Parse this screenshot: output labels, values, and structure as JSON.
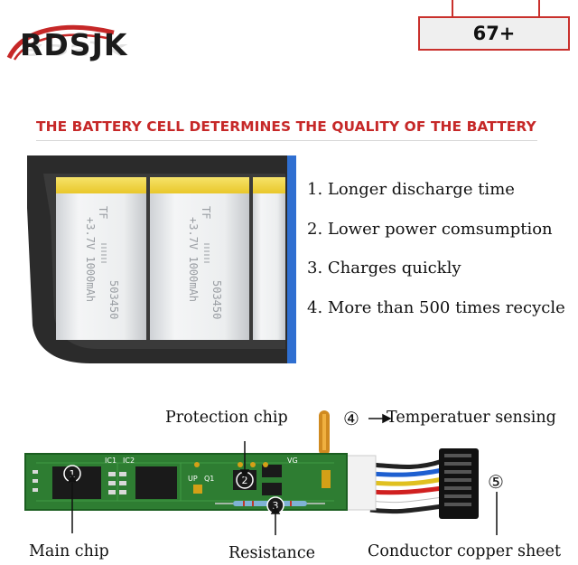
{
  "brand": {
    "logo_text": "RDSJK"
  },
  "model_badge": {
    "text": "67+"
  },
  "headline": "THE BATTERY CELL DETERMINES THE QUALITY OF THE BATTERY",
  "cells": [
    {
      "print_a": "+3.7V 1000mAh",
      "print_b": "503450",
      "print_c": "TF"
    },
    {
      "print_a": "+3.7V 1000mAh",
      "print_b": "503450",
      "print_c": "TF"
    }
  ],
  "features": [
    "1. Longer discharge time",
    "2. Lower power comsumption",
    "3. Charges quickly",
    "4. More than 500 times recycle"
  ],
  "pcb": {
    "labels": {
      "protection_chip": "Protection chip",
      "temperature": "Temperatuer sensing",
      "main_chip": "Main chip",
      "resistance": "Resistance",
      "copper": "Conductor copper sheet"
    },
    "markers": [
      "1",
      "2",
      "3",
      "④",
      "⑤"
    ],
    "silkscreen": [
      "IC1",
      "IC2",
      "UP",
      "Q1",
      "VG"
    ]
  },
  "colors": {
    "accent_red": "#c62828",
    "pcb_green": "#2e7d32",
    "cell_yellow": "#f2d33a",
    "pack_dark": "#2b2b2b",
    "pack_blue_edge": "#2f6fd1"
  }
}
